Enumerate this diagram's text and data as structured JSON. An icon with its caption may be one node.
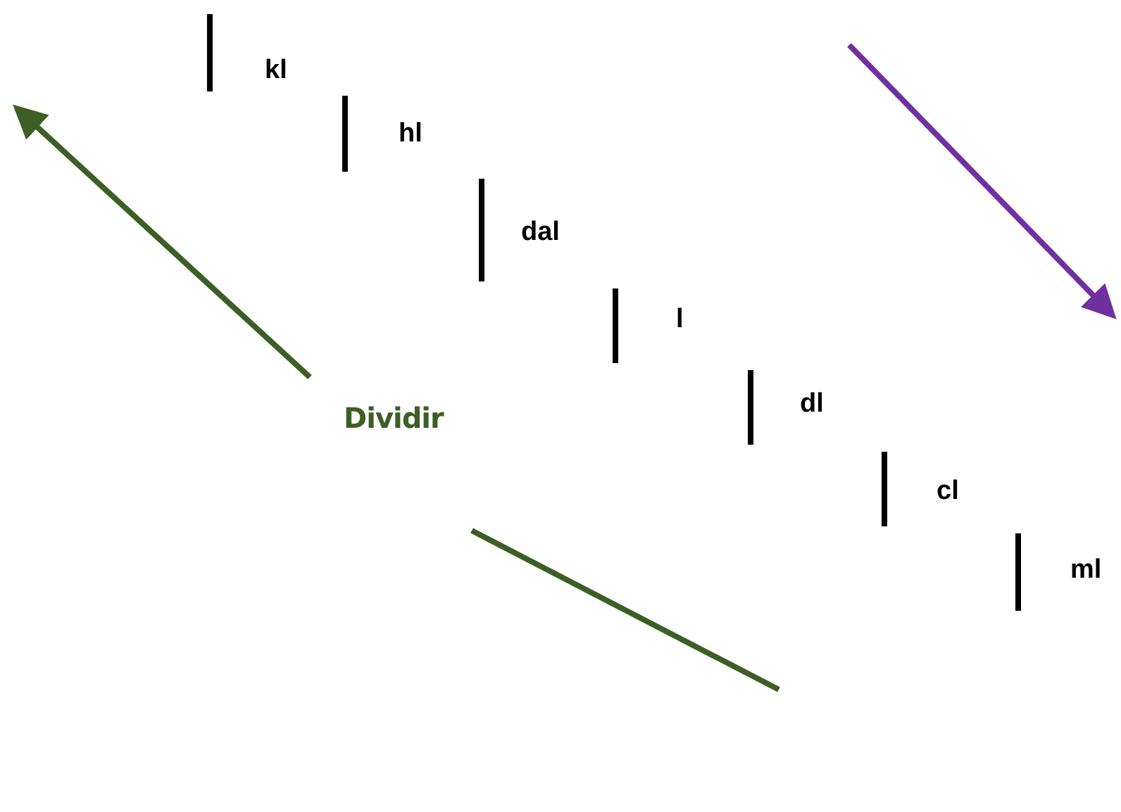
{
  "diagram": {
    "labels": [
      "kl",
      "hl",
      "dal",
      "l",
      "Dividir",
      "dl",
      "cl",
      "ml"
    ]
  }
}
